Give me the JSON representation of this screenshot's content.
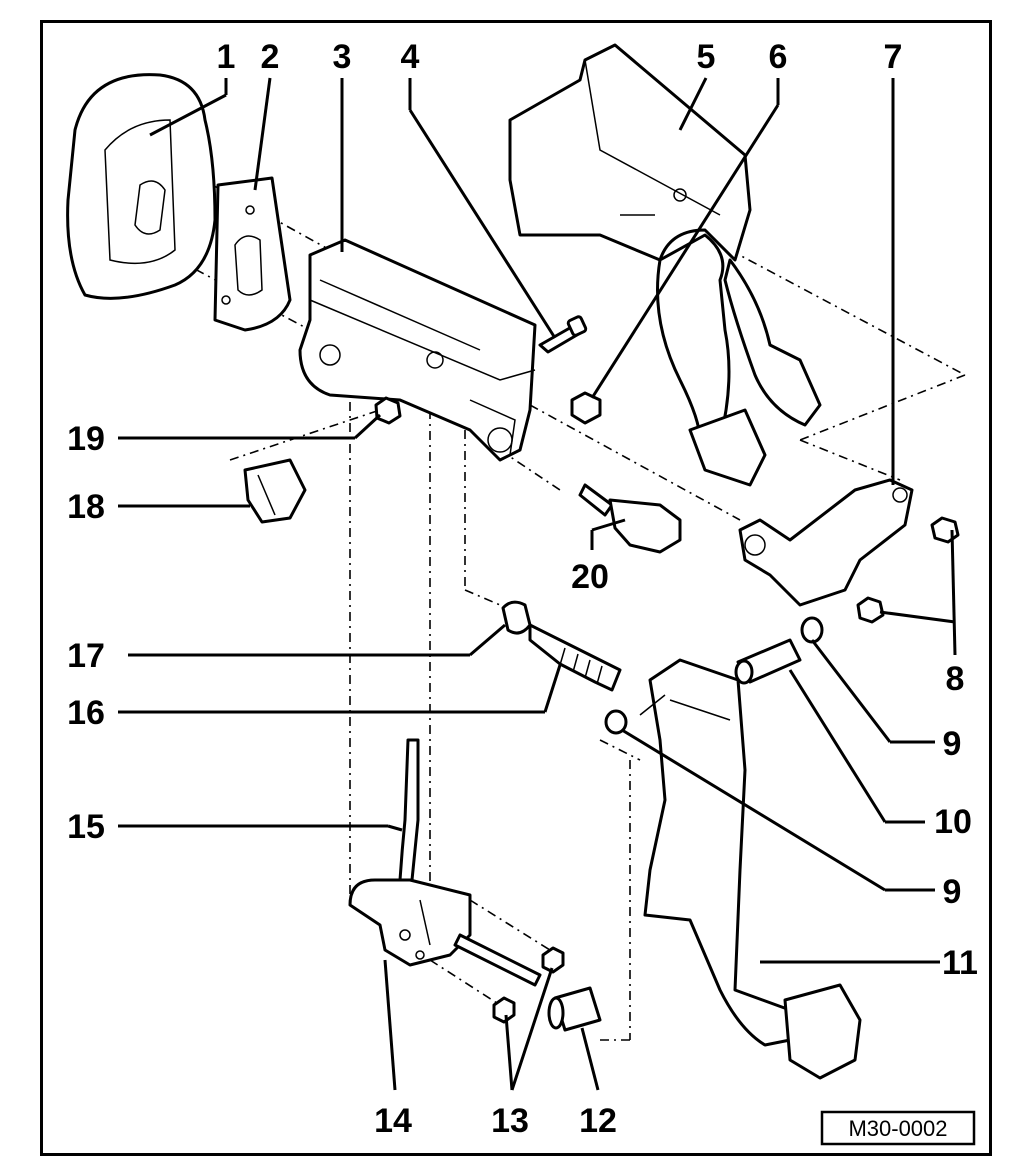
{
  "diagram": {
    "reference_code": "M30-0002",
    "callouts": [
      {
        "id": "1",
        "label": "1"
      },
      {
        "id": "2",
        "label": "2"
      },
      {
        "id": "3",
        "label": "3"
      },
      {
        "id": "4",
        "label": "4"
      },
      {
        "id": "5",
        "label": "5"
      },
      {
        "id": "6",
        "label": "6"
      },
      {
        "id": "7",
        "label": "7"
      },
      {
        "id": "8",
        "label": "8"
      },
      {
        "id": "9a",
        "label": "9"
      },
      {
        "id": "9b",
        "label": "9"
      },
      {
        "id": "10",
        "label": "10"
      },
      {
        "id": "11",
        "label": "11"
      },
      {
        "id": "12",
        "label": "12"
      },
      {
        "id": "13",
        "label": "13"
      },
      {
        "id": "14",
        "label": "14"
      },
      {
        "id": "15",
        "label": "15"
      },
      {
        "id": "16",
        "label": "16"
      },
      {
        "id": "17",
        "label": "17"
      },
      {
        "id": "18",
        "label": "18"
      },
      {
        "id": "19",
        "label": "19"
      },
      {
        "id": "20",
        "label": "20"
      }
    ]
  }
}
